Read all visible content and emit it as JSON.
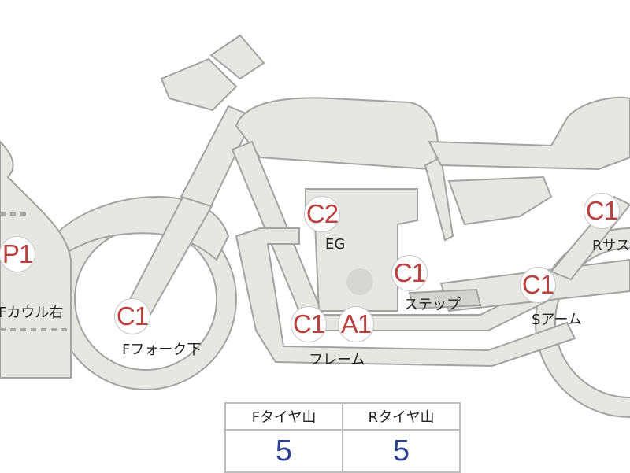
{
  "markers": [
    {
      "code": "P1",
      "label": "Fカウル右"
    },
    {
      "code": "C1",
      "label": "Fフォーク下"
    },
    {
      "code": "C2",
      "label": "EG"
    },
    {
      "code": "C1",
      "label": "ステップ"
    },
    {
      "code": "C1"
    },
    {
      "code": "A1",
      "label": "フレーム"
    },
    {
      "code": "C1",
      "label": "Sアーム"
    },
    {
      "code": "C1",
      "label": "Rサス"
    }
  ],
  "tire_table": {
    "headers": [
      "Fタイヤ山",
      "Rタイヤ山"
    ],
    "values": [
      "5",
      "5"
    ]
  },
  "colors": {
    "part_fill": "#e6e6e3",
    "part_stroke": "#a3a3a3",
    "code_text": "#b8413f",
    "value_text": "#2c3f8c"
  }
}
